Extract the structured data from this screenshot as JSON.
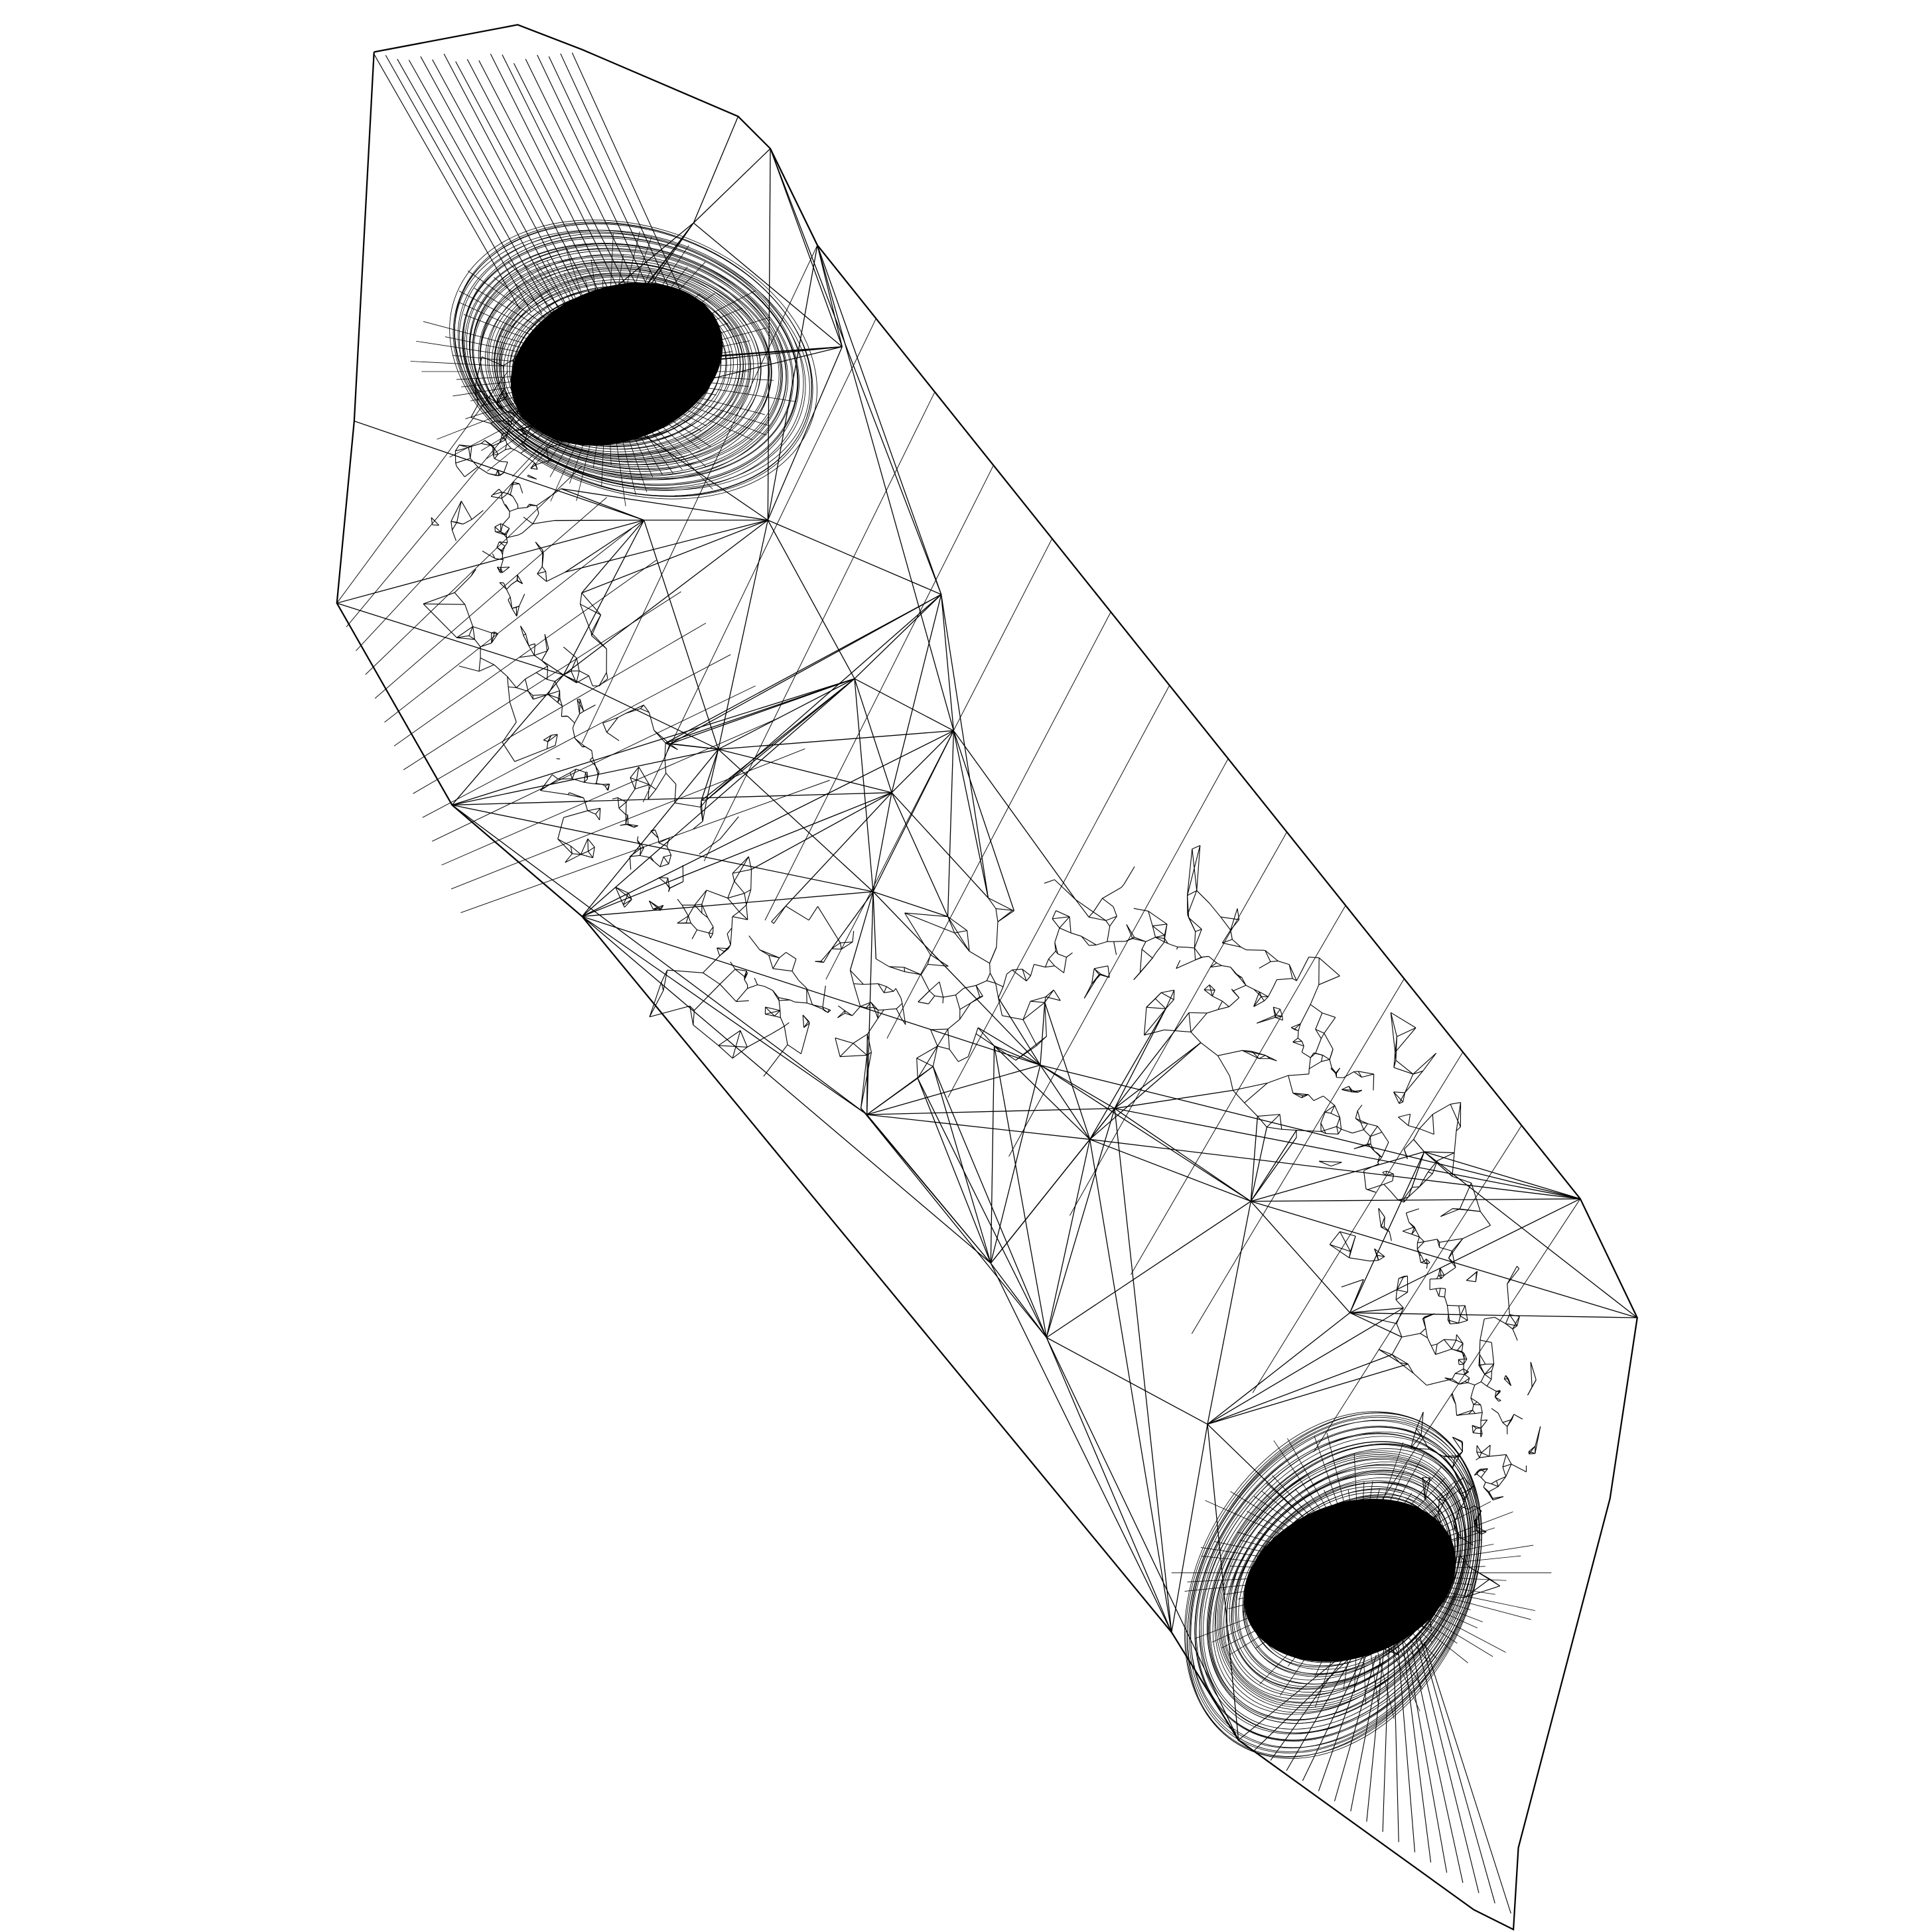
{
  "figure": {
    "kind": "delaunay-triangulation-wireframe",
    "background_color": "#ffffff",
    "line_color": "#000000",
    "dense_core_color": "#000000",
    "features": [
      "outer-convex-hull",
      "upper-spiral-vortex",
      "lower-spiral-vortex",
      "connecting-tidal-bridge",
      "sparse-interior-triangles"
    ]
  }
}
